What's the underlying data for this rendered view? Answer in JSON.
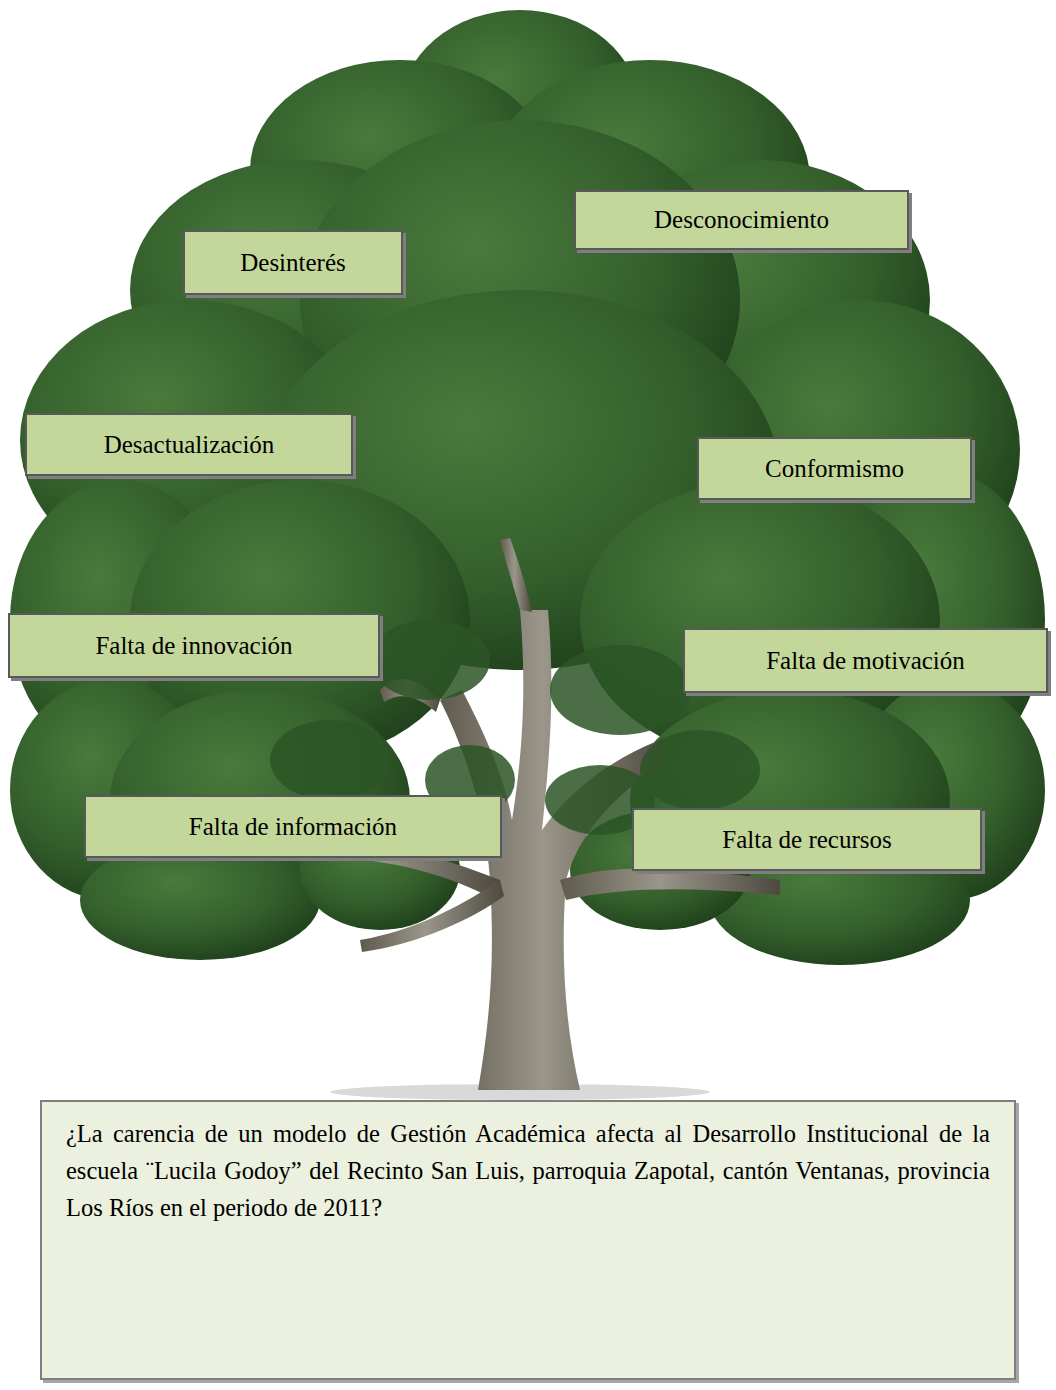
{
  "diagram": {
    "nodes": [
      {
        "text": [
          "Desconocimiento"
        ]
      },
      {
        "text": [
          "Desinterés"
        ]
      },
      {
        "text": [
          "Desactualización"
        ]
      },
      {
        "text": [
          "Conformismo"
        ]
      },
      {
        "text": [
          "Falta de innovación"
        ]
      },
      {
        "text": [
          "Falta de motivación"
        ]
      },
      {
        "text": [
          "Falta de información"
        ]
      },
      {
        "text": [
          "Falta de recursos"
        ]
      },
      {
        "text": [
          "¿La carencia de un modelo de Gestión Académica afecta al Desarrollo Institucional de la escuela ¨Lucila Godoy” del Recinto San Luis, parroquia Zapotal, cantón Ventanas, provincia Los Ríos en el periodo de 2011?"
        ]
      }
    ]
  }
}
